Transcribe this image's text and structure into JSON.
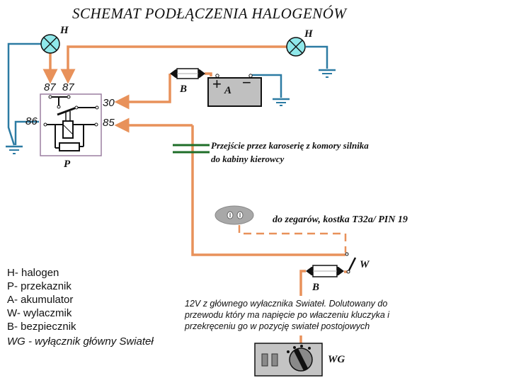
{
  "title": "SCHEMAT PODŁĄCZENIA HALOGENÓW",
  "colors": {
    "power_wire": "#e8915a",
    "ground_wire": "#2c7ba3",
    "lamp_fill": "#8fe8ea",
    "battery_fill": "#c0c0c0",
    "relay_border": "#9b7fa0",
    "firewall": "#1f6e28"
  },
  "components": {
    "halogen_left_label": "H",
    "halogen_right_label": "H",
    "battery_label": "A",
    "battery_plus": "+",
    "battery_minus": "−",
    "fuse_top_label": "B",
    "fuse_bottom_label": "B",
    "relay_label": "P",
    "switch_label": "W",
    "main_switch_label": "WG"
  },
  "relay_pins": {
    "pin87a": "87",
    "pin87b": "87",
    "pin30": "30",
    "pin85": "85",
    "pin86": "86"
  },
  "annotations": {
    "firewall_line1": "Przejście przez karoserię z komory silnika",
    "firewall_line2": "do kabiny kierowcy",
    "gauges": "do zegarów, kostka T32a/ PIN 19",
    "source_line1": "12V z głównego wyłacznika Swiateł. Dolutowany do",
    "source_line2": "przewodu który ma napięcie po właczeniu kluczyka i",
    "source_line3": "przekręceniu go w pozycję swiateł postojowych"
  },
  "legend": [
    "H- halogen",
    "P- przekaznik",
    "A- akumulator",
    "W- wylaczmik",
    "B- bezpiecznik",
    "WG - wyłącznik główny Swiateł"
  ]
}
